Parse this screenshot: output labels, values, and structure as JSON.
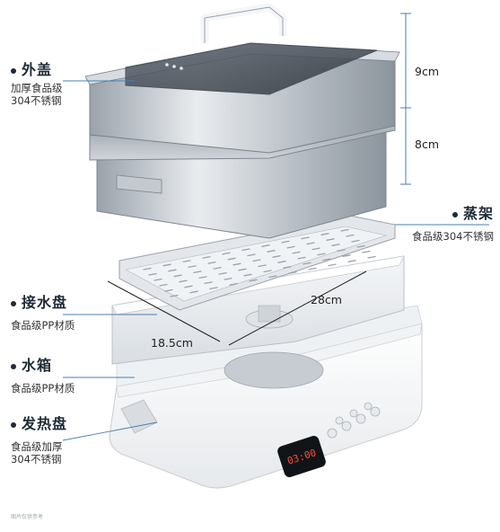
{
  "callouts": {
    "lid": {
      "title": "外盖",
      "sub": "加厚食品级\n304不锈钢"
    },
    "rack": {
      "title": "蒸架",
      "sub": "食品级304不锈钢"
    },
    "drip_tray": {
      "title": "接水盘",
      "sub": "食品级PP材质"
    },
    "water_tank": {
      "title": "水箱",
      "sub": "食品级PP材质"
    },
    "heating_plate": {
      "title": "发热盘",
      "sub": "食品级加厚\n304不锈钢"
    }
  },
  "dimensions": {
    "lid_height": "9cm",
    "tier_height": "8cm",
    "length": "28cm",
    "width": "18.5cm"
  },
  "display": {
    "time": "03:00"
  },
  "watermark": "图片仅供参考",
  "colors": {
    "accent": "#4a7fb0",
    "text": "#1f2a36",
    "steel": "#a9b0b8"
  }
}
